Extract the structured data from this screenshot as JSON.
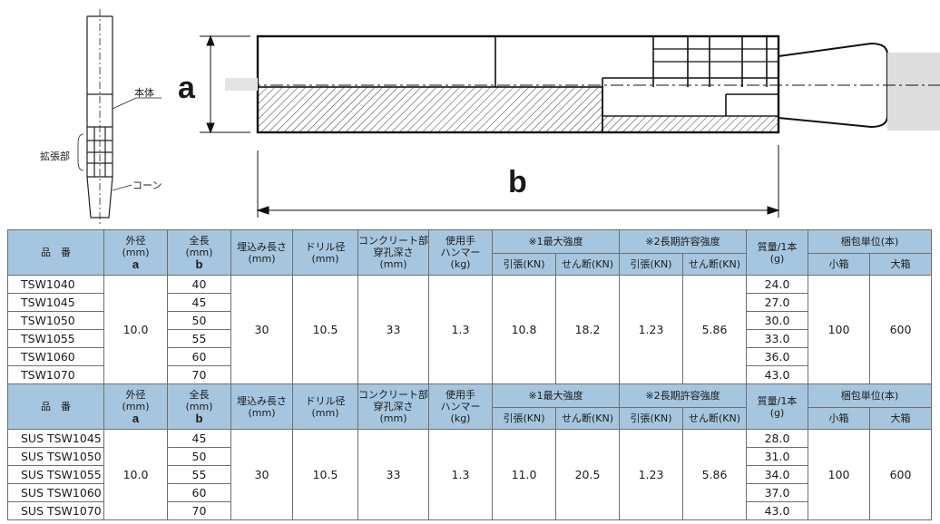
{
  "drawing": {
    "label_body": "本体",
    "label_expansion": "拡張部",
    "label_cone": "コーン",
    "dim_a": "a",
    "dim_b": "b"
  },
  "table_header": {
    "part_no": "品　番",
    "outer_dia": "外径",
    "outer_dia_unit": "(mm)",
    "outer_dia_sym": "a",
    "length": "全長",
    "length_unit": "(mm)",
    "length_sym": "b",
    "embed_len": "埋込み長さ",
    "embed_len_unit": "(mm)",
    "drill": "ドリル径",
    "drill_unit": "(mm)",
    "hole_l1": "コンクリート部",
    "hole_l2": "穿孔深さ",
    "hole_unit": "(mm)",
    "hammer_l1": "使用手",
    "hammer_l2": "ハンマー",
    "hammer_unit": "(kg)",
    "max_strength": "※1最大強度",
    "allow_strength": "※2長期許容強度",
    "tension": "引張(KN)",
    "shear": "せん断(KN)",
    "mass": "質量/1本",
    "mass_unit": "(g)",
    "pack": "梱包単位(本)",
    "small_box": "小箱",
    "large_box": "大箱"
  },
  "groups": [
    {
      "rows": [
        {
          "pn": "TSW1040",
          "len": "40",
          "mass": "24.0"
        },
        {
          "pn": "TSW1045",
          "len": "45",
          "mass": "27.0"
        },
        {
          "pn": "TSW1050",
          "len": "50",
          "mass": "30.0"
        },
        {
          "pn": "TSW1055",
          "len": "55",
          "mass": "33.0"
        },
        {
          "pn": "TSW1060",
          "len": "60",
          "mass": "36.0"
        },
        {
          "pn": "TSW1070",
          "len": "70",
          "mass": "43.0"
        }
      ],
      "outer_dia": "10.0",
      "embed": "30",
      "drill": "10.5",
      "depth": "33",
      "hammer": "1.3",
      "max_tension": "10.8",
      "max_shear": "18.2",
      "allow_tension": "1.23",
      "allow_shear": "5.86",
      "small_box": "100",
      "large_box": "600"
    },
    {
      "rows": [
        {
          "pn": "SUS TSW1045",
          "len": "45",
          "mass": "28.0"
        },
        {
          "pn": "SUS TSW1050",
          "len": "50",
          "mass": "31.0"
        },
        {
          "pn": "SUS TSW1055",
          "len": "55",
          "mass": "34.0"
        },
        {
          "pn": "SUS TSW1060",
          "len": "60",
          "mass": "37.0"
        },
        {
          "pn": "SUS TSW1070",
          "len": "70",
          "mass": "43.0"
        }
      ],
      "outer_dia": "10.0",
      "embed": "30",
      "drill": "10.5",
      "depth": "33",
      "hammer": "1.3",
      "max_tension": "11.0",
      "max_shear": "20.5",
      "allow_tension": "1.23",
      "allow_shear": "5.86",
      "small_box": "100",
      "large_box": "600"
    }
  ],
  "colors": {
    "header_bg": "#a6c6df",
    "grid": "#6f6f6f"
  }
}
